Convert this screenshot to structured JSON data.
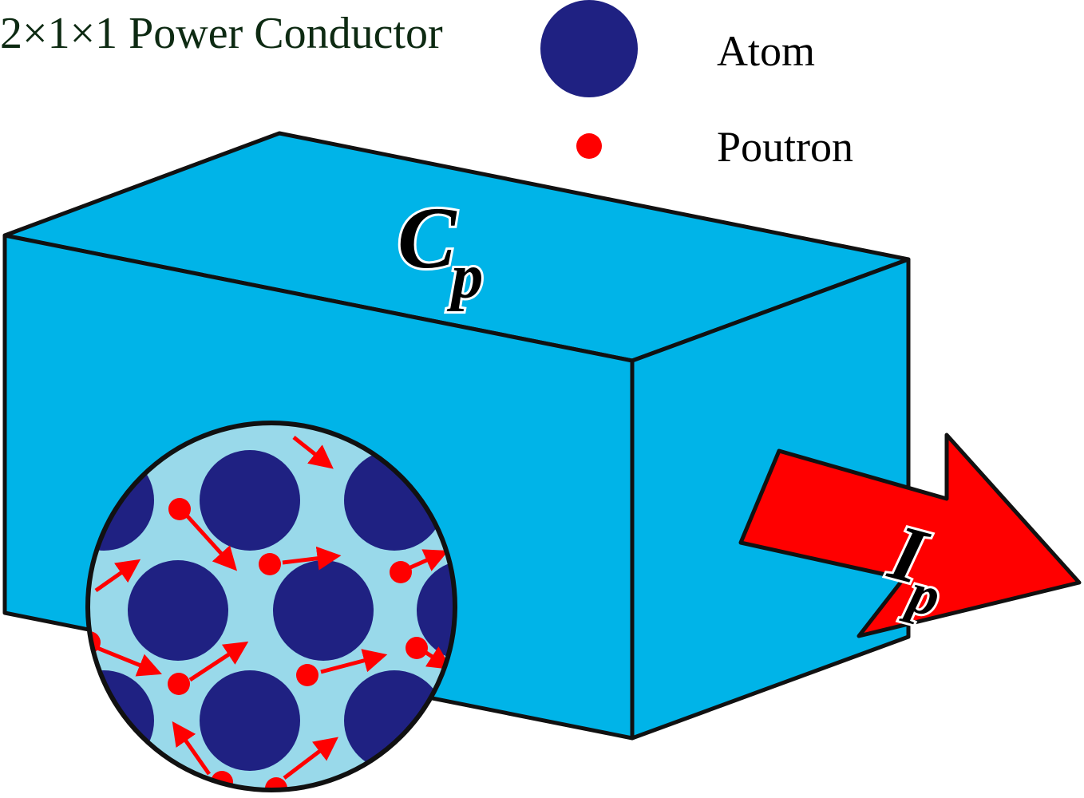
{
  "title": "2×1×1 Power Conductor",
  "legend": {
    "atom_label": "Atom",
    "poutron_label": "Poutron"
  },
  "conductor_label": {
    "main": "C",
    "sub": "p"
  },
  "current_label": {
    "main": "I",
    "sub": "p"
  },
  "colors": {
    "box": "#00b4e8",
    "atom": "#1f2182",
    "poutron": "#ff0000",
    "zoom_bg": "#99d9ea",
    "outline": "#111111"
  }
}
